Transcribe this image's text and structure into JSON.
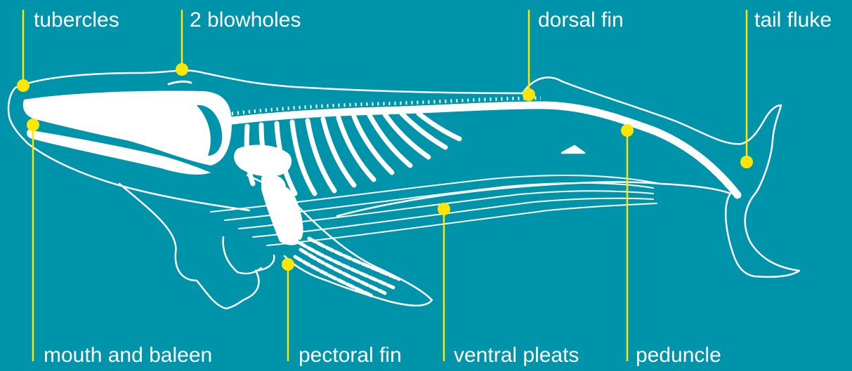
{
  "colors": {
    "background": "#0094aa",
    "outline": "#ffffff",
    "marker": "#ffe600"
  },
  "labels": {
    "tubercles": "tubercles",
    "blowholes": "2 blowholes",
    "dorsal_fin": "dorsal fin",
    "tail_fluke": "tail fluke",
    "mouth_baleen": "mouth and baleen",
    "pectoral_fin": "pectoral fin",
    "ventral_pleats": "ventral pleats",
    "peduncle": "peduncle"
  }
}
